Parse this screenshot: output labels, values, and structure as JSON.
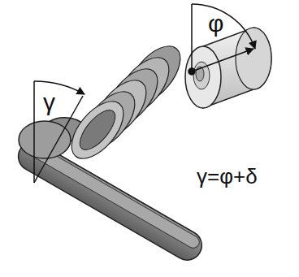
{
  "diagram": {
    "labels": [
      "γ",
      "φ",
      "γ=φ+δ"
    ]
  }
}
